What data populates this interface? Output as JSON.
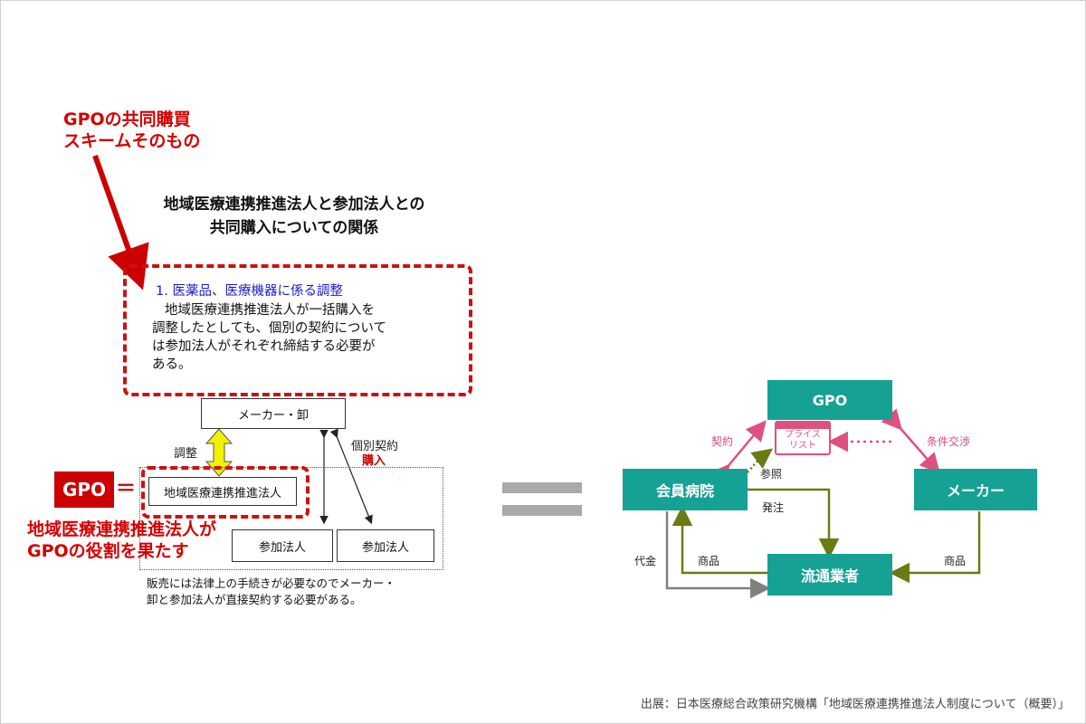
{
  "left": {
    "annotation_top": [
      "GPOの共同購買",
      "スキームそのもの"
    ],
    "title": [
      "地域医療連携推進法人と参加法人との",
      "共同購入についての関係"
    ],
    "item_heading": "1. 医薬品、医療機器に係る調整",
    "item_body": [
      "地域医療連携推進法人が一括購入を",
      "調整したとしても、個別の契約について",
      "は参加法人がそれぞれ締結する必要が",
      "ある。"
    ],
    "maker_box": "メーカー・卸",
    "label_adjust": "調整",
    "label_contract": "個別契約",
    "label_purchase": "購入",
    "corp_box": "地域医療連携推進法人",
    "participant_1": "参加法人",
    "participant_2": "参加法人",
    "footnote": [
      "販売には法律上の手続きが必要なのでメーカー・",
      "卸と参加法人が直接契約する必要がある。"
    ],
    "gpo_badge": "GPO",
    "equals_small": "＝",
    "annotation_bottom": [
      "地域医療連携推進法人が",
      "GPOの役割を果たす"
    ]
  },
  "right": {
    "gpo": "GPO",
    "hospital": "会員病院",
    "maker": "メーカー",
    "distributor": "流通業者",
    "price_list": [
      "プライス",
      "リスト"
    ],
    "label_contract": "契約",
    "label_negotiation": "条件交渉",
    "label_reference": "参照",
    "label_order": "発注",
    "label_payment": "代金",
    "label_goods_left": "商品",
    "label_goods_right": "商品"
  },
  "colors": {
    "red": "#cc0000",
    "teal": "#16a195",
    "pink": "#e0507f",
    "olive": "#6b7a12",
    "gray": "#808080",
    "yellow": "#f2f200"
  },
  "source": "出展：日本医療総合政策研究機構「地域医療連携推進法人制度について（概要）」"
}
